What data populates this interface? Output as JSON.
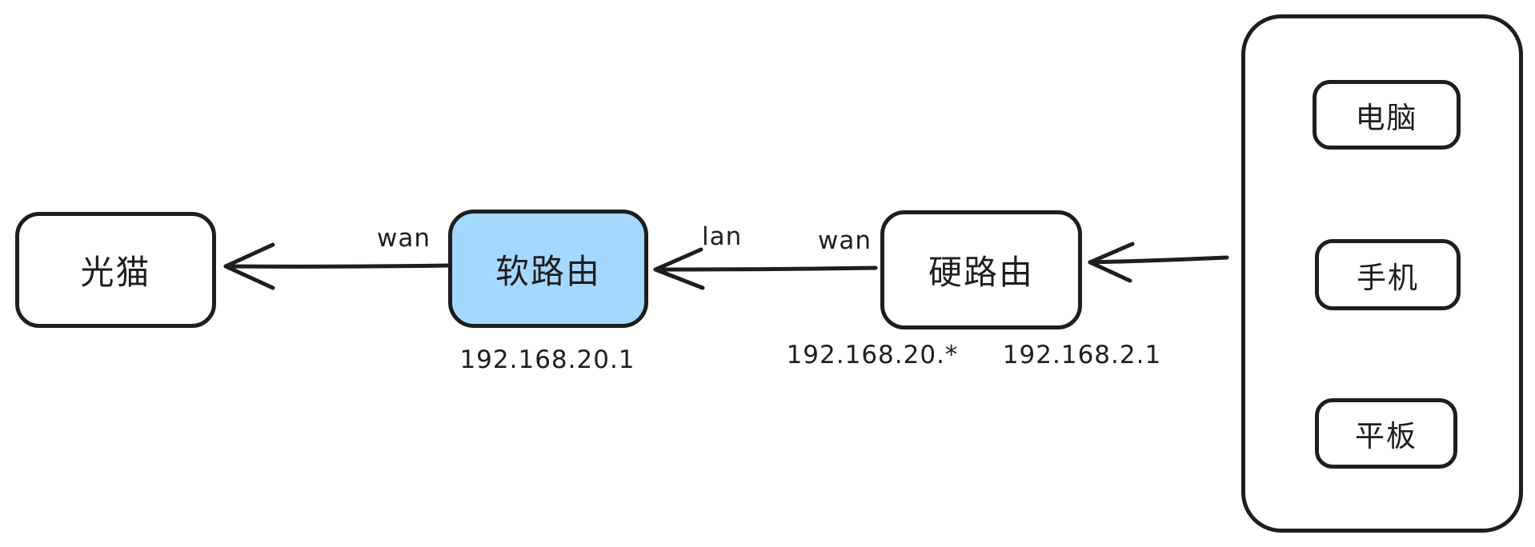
{
  "colors": {
    "stroke": "#1e1e1e",
    "soft_router_fill": "#a5d8ff",
    "canvas_bg": "#ffffff"
  },
  "diagram": {
    "modem": {
      "label": "光猫"
    },
    "soft_router": {
      "label": "软路由",
      "ip": "192.168.20.1"
    },
    "hard_router": {
      "label": "硬路由",
      "lan_side_ip": "192.168.20.*",
      "wan_side_ip": "192.168.2.1"
    },
    "devices_group": {
      "computer": {
        "label": "电脑"
      },
      "phone": {
        "label": "手机"
      },
      "tablet": {
        "label": "平板"
      }
    },
    "edges": {
      "soft_to_modem": {
        "label": "wan"
      },
      "hard_to_soft": {
        "lan_label": "lan",
        "wan_label": "wan"
      },
      "devices_to_hard": {
        "label": ""
      }
    }
  }
}
